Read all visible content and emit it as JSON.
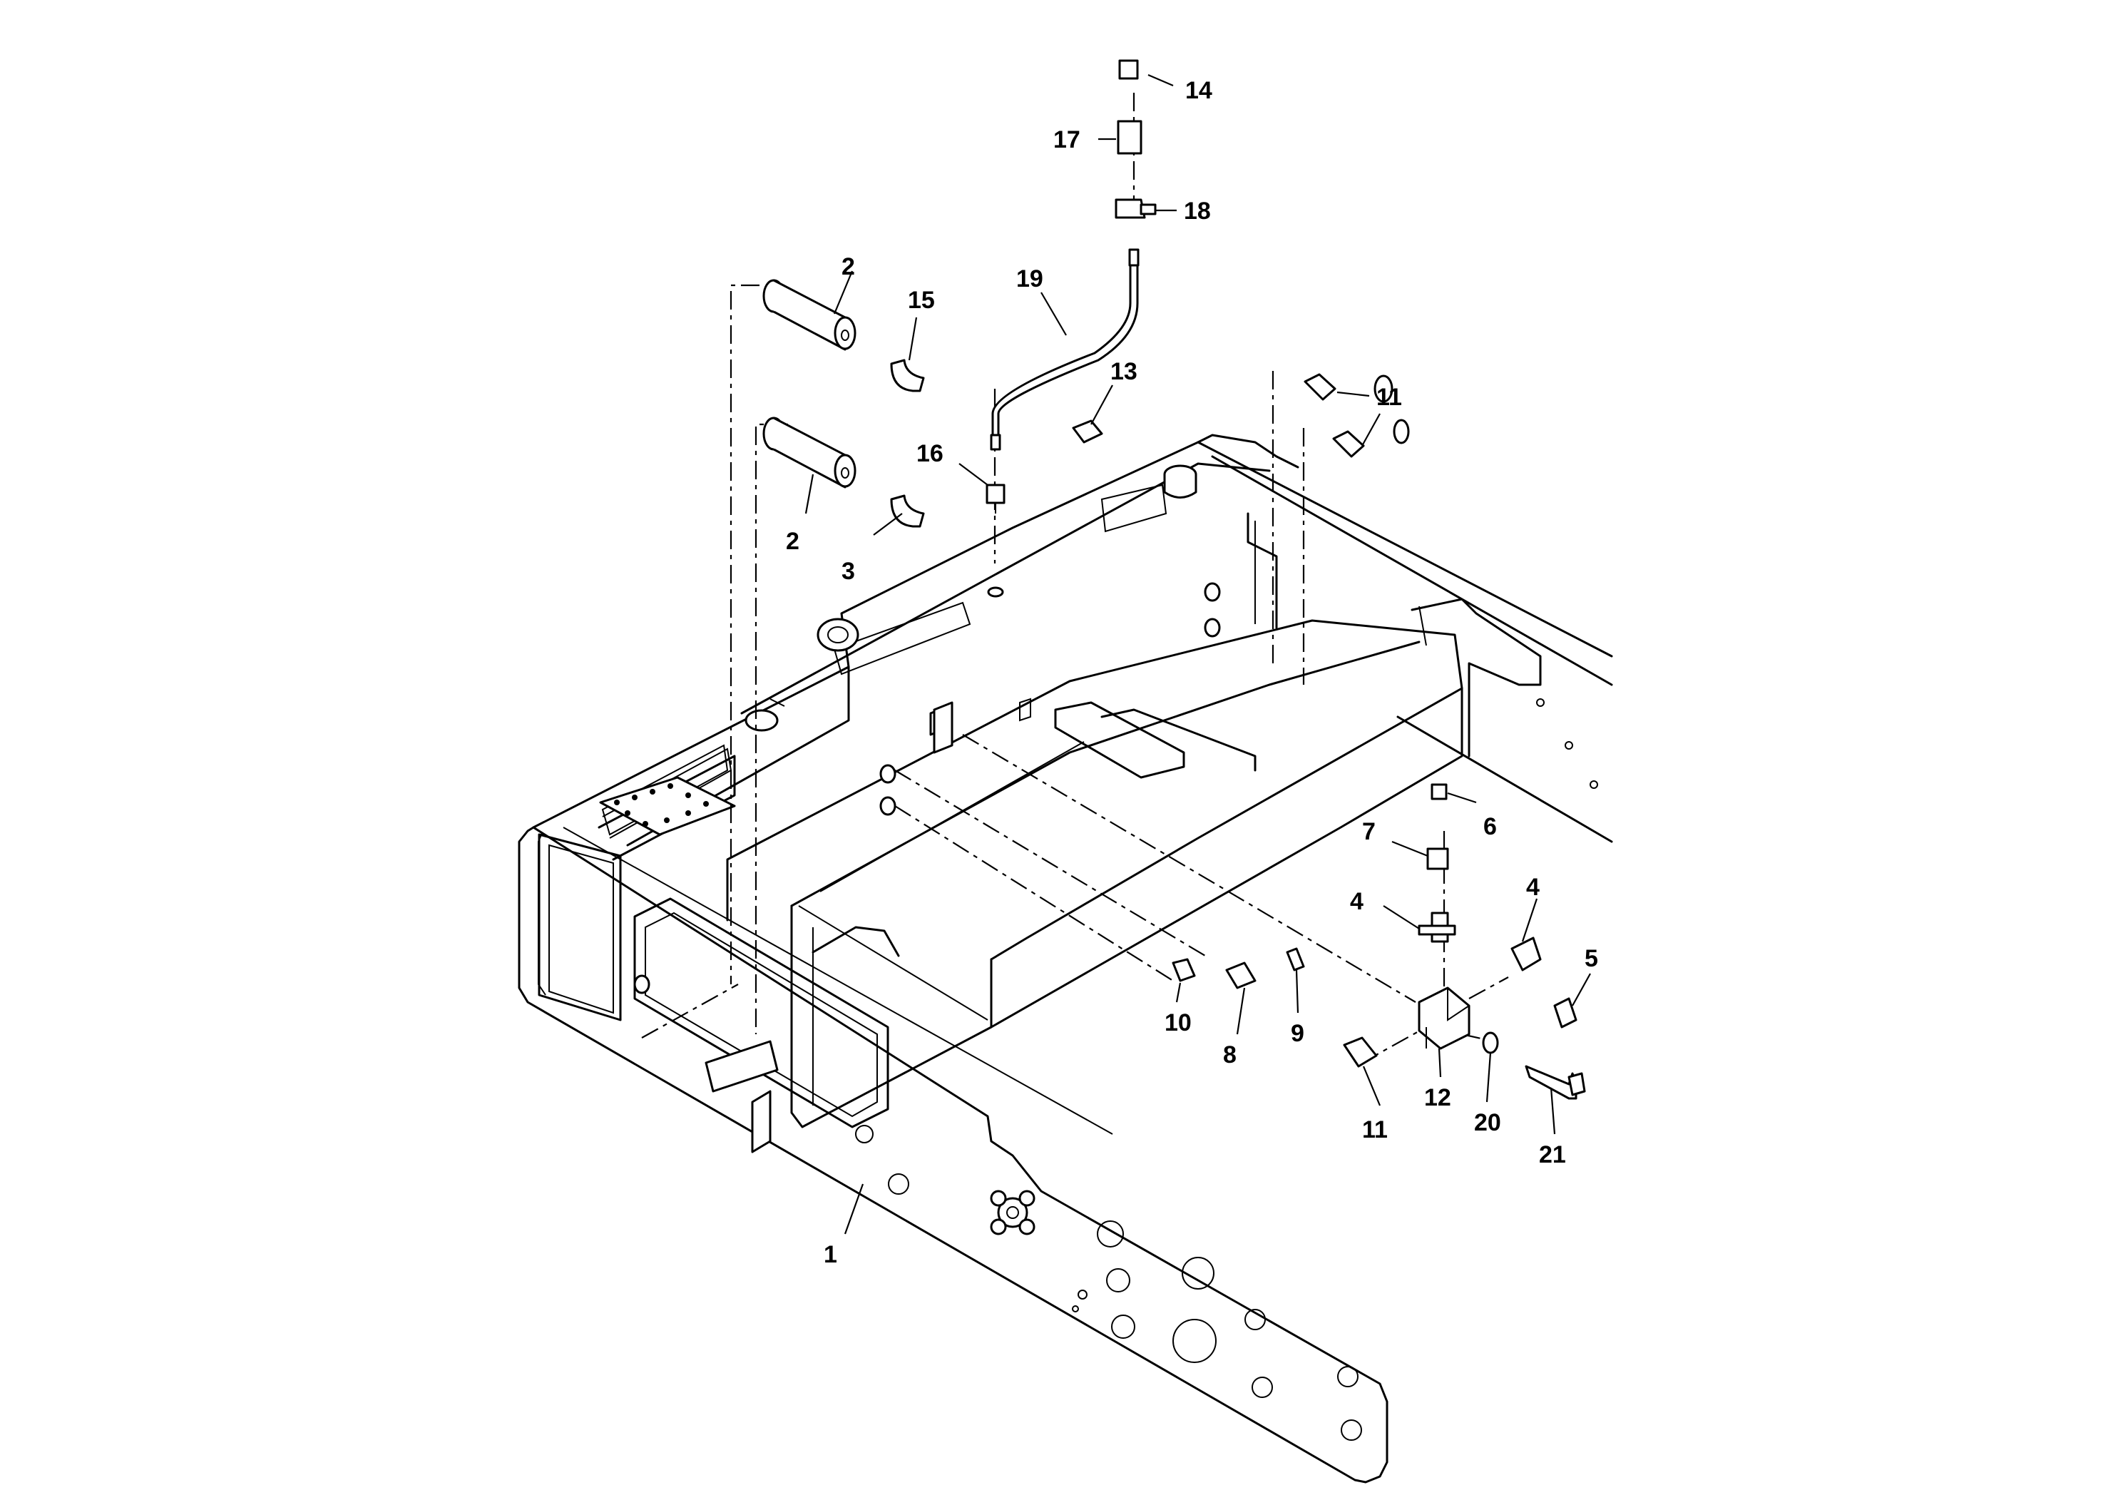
{
  "callouts": {
    "c1": "1",
    "c2a": "2",
    "c2b": "2",
    "c3": "3",
    "c4a": "4",
    "c4b": "4",
    "c5": "5",
    "c6": "6",
    "c7": "7",
    "c8": "8",
    "c9": "9",
    "c10": "10",
    "c11a": "11",
    "c11b": "11",
    "c12": "12",
    "c13": "13",
    "c14": "14",
    "c15": "15",
    "c16": "16",
    "c17": "17",
    "c18": "18",
    "c19": "19",
    "c20": "20",
    "c21": "21"
  }
}
